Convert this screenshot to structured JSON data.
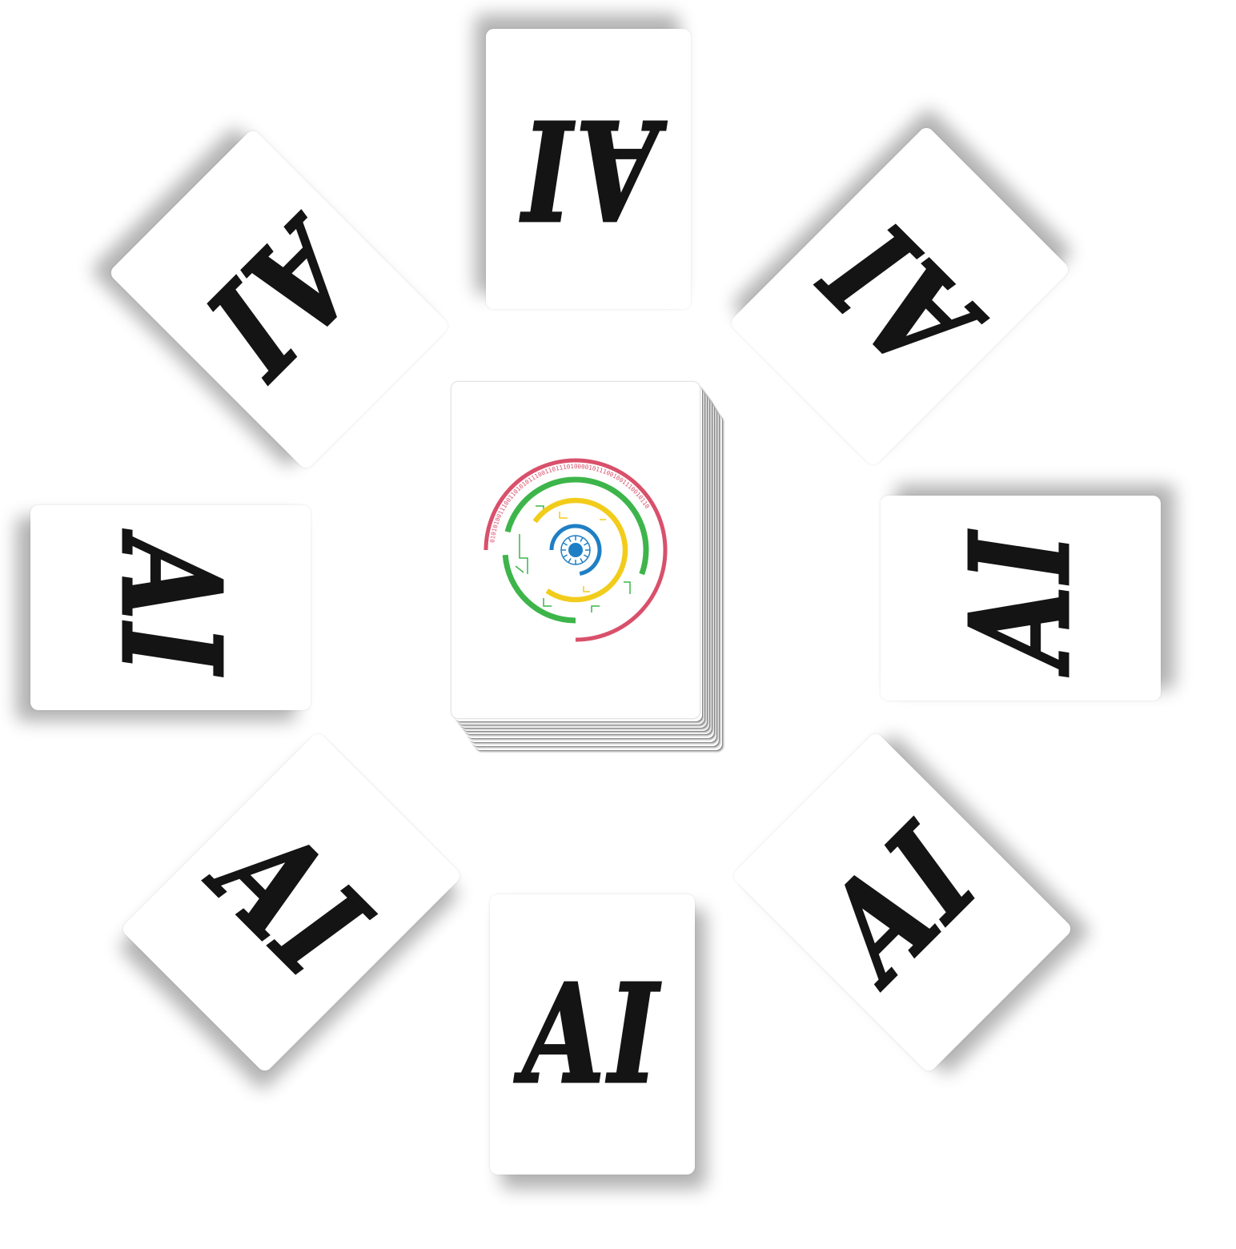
{
  "cards": [
    {
      "id": "top",
      "label": "AI"
    },
    {
      "id": "top-right",
      "label": "AI"
    },
    {
      "id": "right",
      "label": "AI"
    },
    {
      "id": "bottom-right",
      "label": "AI"
    },
    {
      "id": "bottom",
      "label": "AI"
    },
    {
      "id": "bottom-left",
      "label": "AI"
    },
    {
      "id": "left",
      "label": "AI"
    },
    {
      "id": "top-left",
      "label": "AI"
    }
  ],
  "deck": {
    "logo_name": "circular-circuit-logo",
    "logo_colors": {
      "outer_ring": "#d9506b",
      "green_ring": "#3db54a",
      "yellow_ring": "#f2cc1b",
      "blue_center": "#1f7fc4"
    },
    "binary_text": "010101001110011010101110011011101000010111001001110010110"
  }
}
